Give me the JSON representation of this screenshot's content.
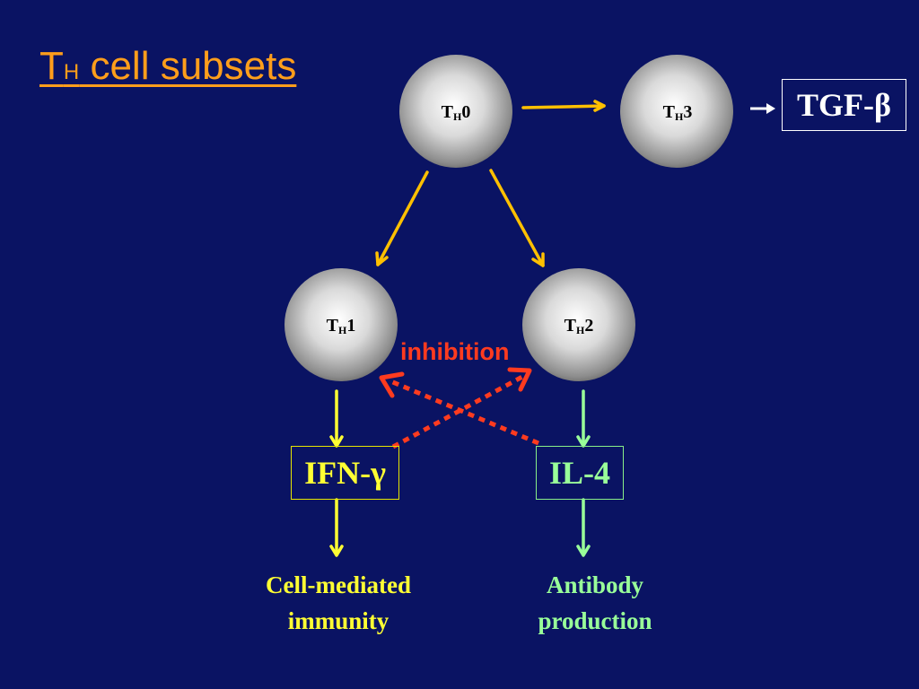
{
  "title": {
    "main": "T",
    "sub": "H",
    "rest": " cell subsets"
  },
  "cells": {
    "th0": {
      "t": "T",
      "sub": "H",
      "num": "0"
    },
    "th3": {
      "t": "T",
      "sub": "H",
      "num": "3"
    },
    "th1": {
      "t": "T",
      "sub": "H",
      "num": "1"
    },
    "th2": {
      "t": "T",
      "sub": "H",
      "num": "2"
    }
  },
  "cytokines": {
    "tgf": "TGF-β",
    "ifn": "IFN-γ",
    "il4": "IL-4"
  },
  "inhibition_label": "inhibition",
  "outcomes": {
    "cell_mediated": [
      "Cell-mediated",
      "immunity"
    ],
    "antibody": [
      "Antibody",
      "production"
    ]
  },
  "colors": {
    "background": "#0a1363",
    "title": "#ff9e1b",
    "arrow_main": "#ffc000",
    "arrow_th1": "#ffff33",
    "arrow_th2": "#99ff99",
    "inhibition": "#ff3b1f"
  }
}
